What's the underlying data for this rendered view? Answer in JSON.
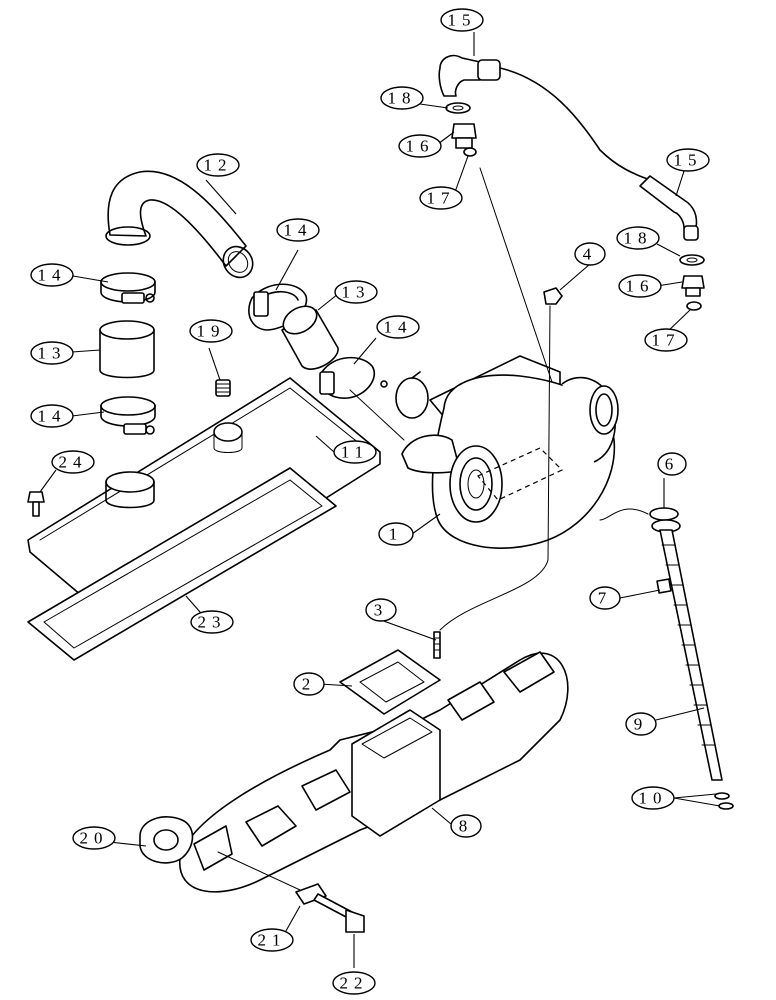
{
  "callouts": [
    {
      "id": "c1",
      "label": "1"
    },
    {
      "id": "c2",
      "label": "2"
    },
    {
      "id": "c3",
      "label": "3"
    },
    {
      "id": "c4",
      "label": "4"
    },
    {
      "id": "c6",
      "label": "6"
    },
    {
      "id": "c7",
      "label": "7"
    },
    {
      "id": "c8",
      "label": "8"
    },
    {
      "id": "c9",
      "label": "9"
    },
    {
      "id": "c10",
      "label": "10"
    },
    {
      "id": "c11",
      "label": "11"
    },
    {
      "id": "c12",
      "label": "12"
    },
    {
      "id": "c13a",
      "label": "13"
    },
    {
      "id": "c13b",
      "label": "13"
    },
    {
      "id": "c14a",
      "label": "14"
    },
    {
      "id": "c14b",
      "label": "14"
    },
    {
      "id": "c14c",
      "label": "14"
    },
    {
      "id": "c14d",
      "label": "14"
    },
    {
      "id": "c15a",
      "label": "15"
    },
    {
      "id": "c15b",
      "label": "15"
    },
    {
      "id": "c16a",
      "label": "16"
    },
    {
      "id": "c16b",
      "label": "16"
    },
    {
      "id": "c17a",
      "label": "17"
    },
    {
      "id": "c17b",
      "label": "17"
    },
    {
      "id": "c18a",
      "label": "18"
    },
    {
      "id": "c18b",
      "label": "18"
    },
    {
      "id": "c19",
      "label": "19"
    },
    {
      "id": "c20",
      "label": "20"
    },
    {
      "id": "c21",
      "label": "21"
    },
    {
      "id": "c22",
      "label": "22"
    },
    {
      "id": "c23",
      "label": "23"
    },
    {
      "id": "c24",
      "label": "24"
    }
  ]
}
